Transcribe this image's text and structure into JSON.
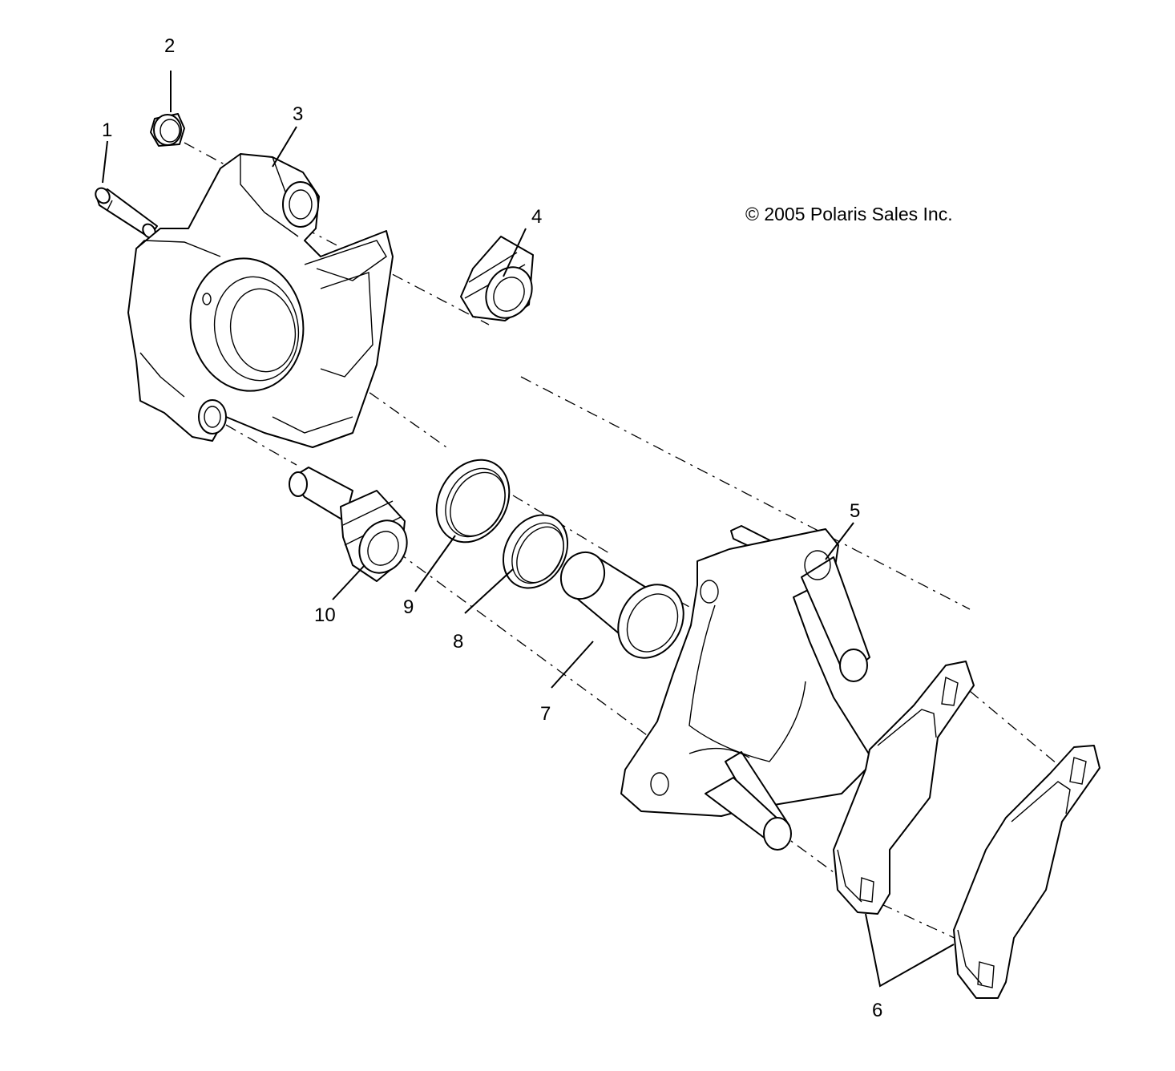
{
  "copyright": "© 2005 Polaris Sales Inc.",
  "callouts": [
    {
      "id": "1",
      "label": "1"
    },
    {
      "id": "2",
      "label": "2"
    },
    {
      "id": "3",
      "label": "3"
    },
    {
      "id": "4",
      "label": "4"
    },
    {
      "id": "5",
      "label": "5"
    },
    {
      "id": "6",
      "label": "6"
    },
    {
      "id": "7",
      "label": "7"
    },
    {
      "id": "8",
      "label": "8"
    },
    {
      "id": "9",
      "label": "9"
    },
    {
      "id": "10",
      "label": "10"
    }
  ]
}
